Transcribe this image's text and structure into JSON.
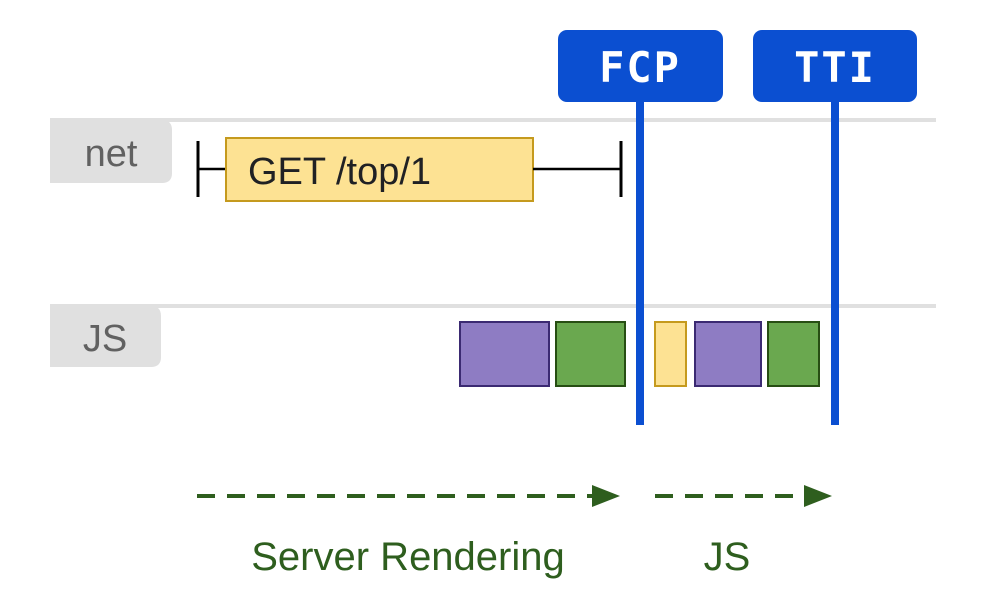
{
  "lanes": {
    "net": "net",
    "js": "JS"
  },
  "request": {
    "label": "GET /top/1"
  },
  "markers": {
    "fcp": "FCP",
    "tti": "TTI"
  },
  "phases": {
    "server": "Server Rendering",
    "js": "JS"
  },
  "colors": {
    "marker_blue": "#0b4fd1",
    "request_fill": "#fde293",
    "request_border": "#c59a1e",
    "task_purple": "#8e7cc3",
    "task_green": "#6aa84f",
    "task_yellow": "#fde293",
    "phase_green": "#2e5e1e",
    "lane_line": "#e0e0e0",
    "lane_tab": "#e0e0e0"
  },
  "js_tasks": [
    {
      "color": "purple"
    },
    {
      "color": "green"
    },
    {
      "color": "yellow"
    },
    {
      "color": "purple"
    },
    {
      "color": "green"
    }
  ]
}
